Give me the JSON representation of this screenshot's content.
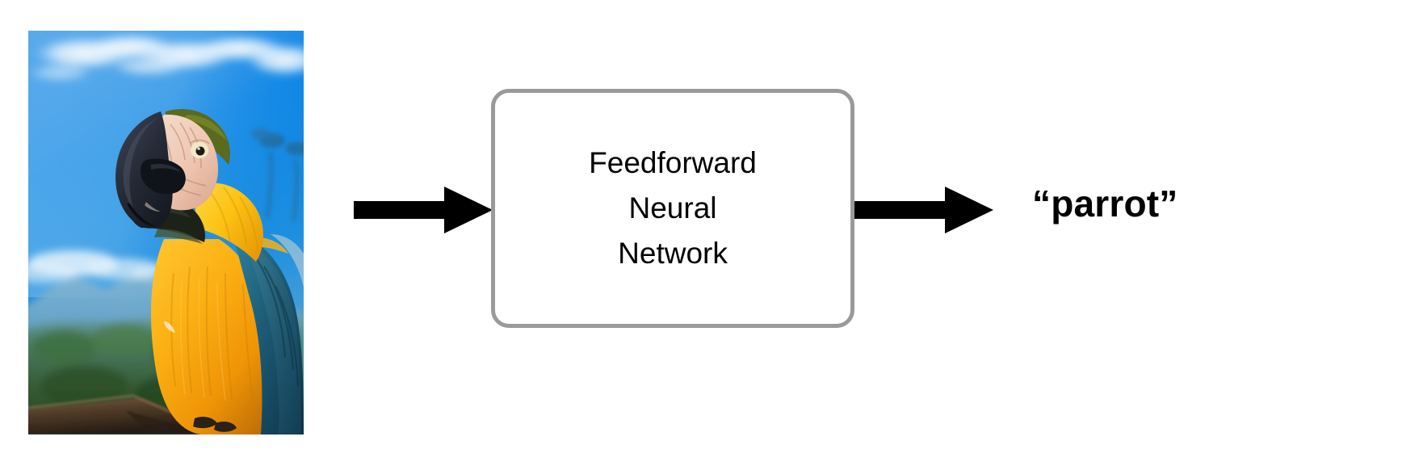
{
  "figure": {
    "type": "pipeline-diagram",
    "background_color": "#ffffff",
    "title": ""
  },
  "input": {
    "name": "input-image",
    "kind": "photograph",
    "subject": "blue-and-yellow macaw parrot perched on a branch",
    "alt_text": "Photo of a blue-and-yellow macaw against a blue sky with clouds and green forest",
    "colors": {
      "sky": "#1186e2",
      "cloud": "#f2f6fb",
      "plumage_yellow": "#f7a80d",
      "plumage_blue": "#18556f",
      "beak": "#22252c",
      "foliage": "#3f6b3a",
      "branch": "#5a4433"
    }
  },
  "arrows": [
    {
      "name": "arrow-input-to-model",
      "direction": "right",
      "color": "#000000"
    },
    {
      "name": "arrow-model-to-output",
      "direction": "right",
      "color": "#000000"
    }
  ],
  "model_box": {
    "border_color": "#9a9a9a",
    "fill_color": "#ffffff",
    "lines": [
      "Feedforward",
      "Neural",
      "Network"
    ],
    "label_full": "Feedforward Neural Network"
  },
  "output": {
    "label": "“parrot”",
    "text": "parrot",
    "quote_style": "curly-double",
    "color": "#000000",
    "weight": "bold"
  }
}
